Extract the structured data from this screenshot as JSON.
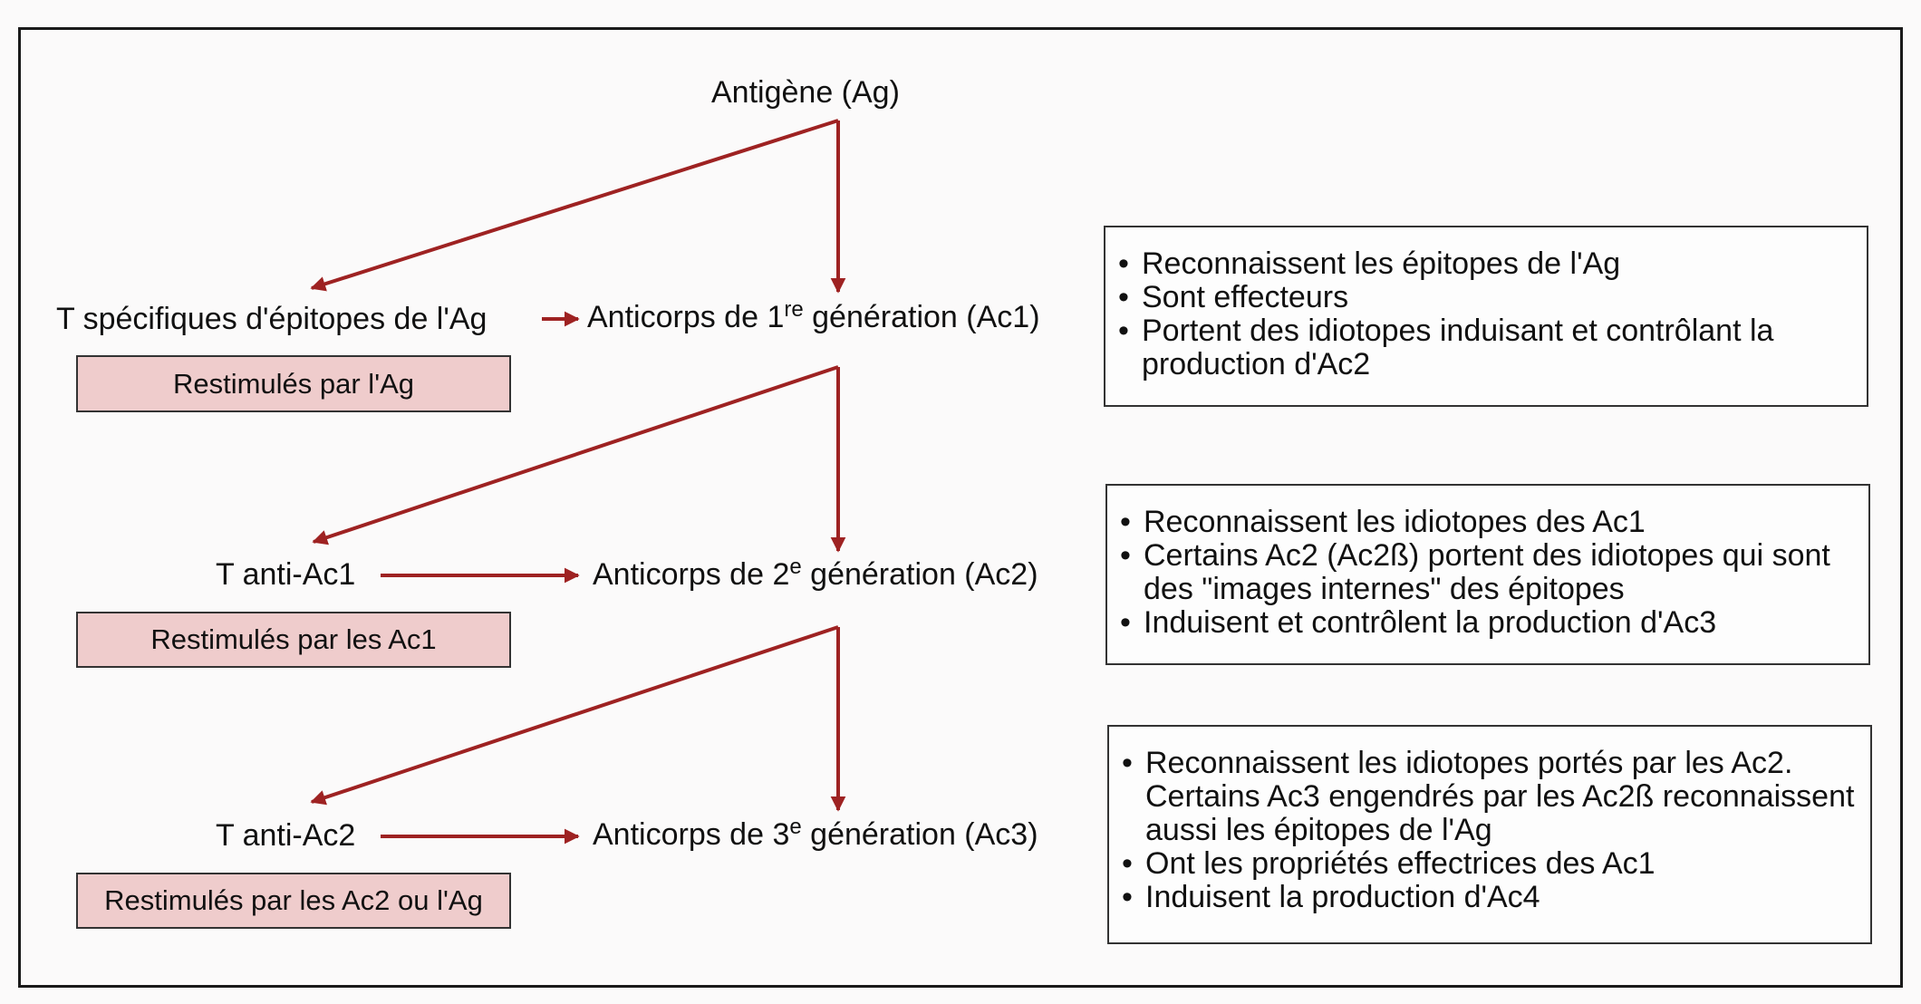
{
  "root": {
    "label": "Antigène (Ag)"
  },
  "colors": {
    "arrow": "#9e2222",
    "pink_box": "#efcccc",
    "border": "#333333"
  },
  "rows": [
    {
      "t_cell": "T spécifiques d'épitopes de l'Ag",
      "antibody": {
        "prefix": "Anticorps de 1",
        "sup": "re",
        "suffix": " génération (Ac1)"
      },
      "restim": "Restimulés par l'Ag",
      "info": [
        "Reconnaissent les épitopes de l'Ag",
        "Sont effecteurs",
        "Portent des idiotopes induisant et contrôlant la production d'Ac2"
      ]
    },
    {
      "t_cell": "T anti-Ac1",
      "antibody": {
        "prefix": "Anticorps de 2",
        "sup": "e",
        "suffix": " génération (Ac2)"
      },
      "restim": "Restimulés par les Ac1",
      "info": [
        "Reconnaissent les idiotopes des Ac1",
        "Certains Ac2 (Ac2ß) portent des idiotopes qui sont des \"images internes\" des épitopes",
        "Induisent et contrôlent la production d'Ac3"
      ]
    },
    {
      "t_cell": "T anti-Ac2",
      "antibody": {
        "prefix": "Anticorps de 3",
        "sup": "e",
        "suffix": " génération (Ac3)"
      },
      "restim": "Restimulés par les Ac2 ou l'Ag",
      "info": [
        "Reconnaissent les idiotopes portés par les Ac2. Certains Ac3 engendrés par les Ac2ß reconnaissent aussi les épitopes de l'Ag",
        "Ont les propriétés effectrices des Ac1",
        "Induisent la production d'Ac4"
      ]
    }
  ]
}
